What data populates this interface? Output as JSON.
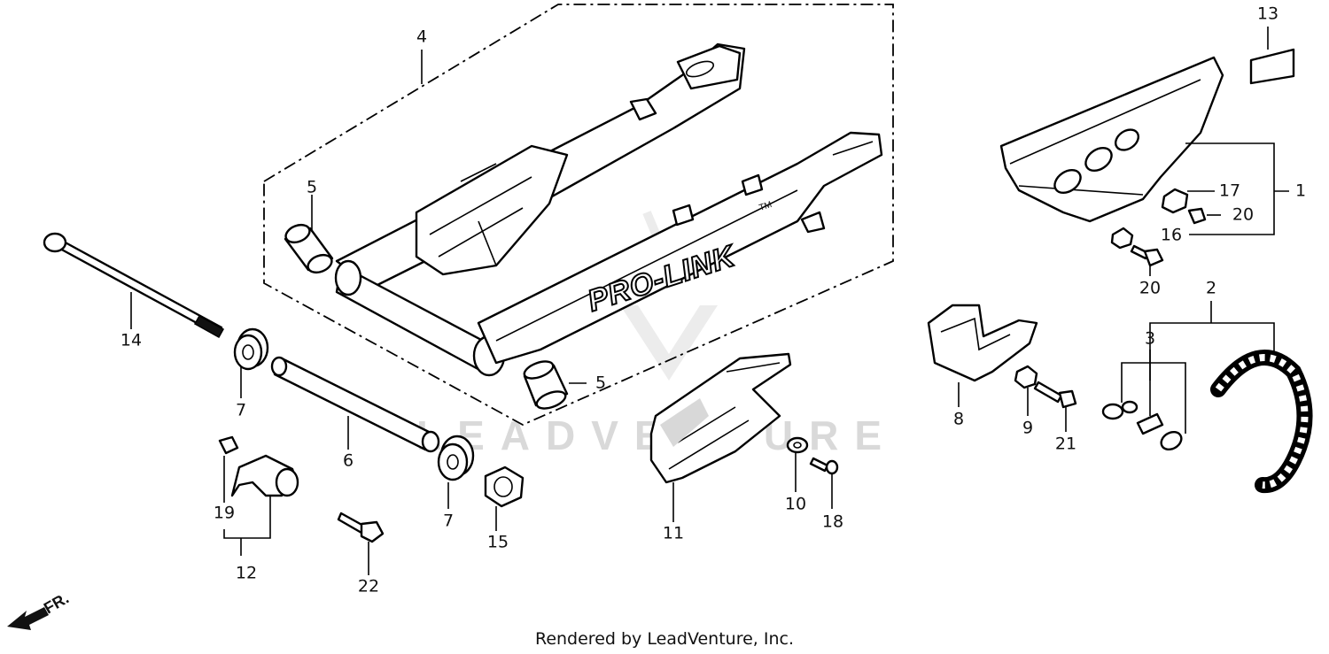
{
  "brand_text": "PRO-LINK",
  "brand_tm": "TM",
  "watermark": "LEADVENTURE",
  "footer": "Rendered by LeadVenture, Inc.",
  "direction_label": "FR.",
  "callouts": {
    "c1": "1",
    "c2": "2",
    "c3": "3",
    "c4": "4",
    "c5a": "5",
    "c5b": "5",
    "c6": "6",
    "c7a": "7",
    "c7b": "7",
    "c8": "8",
    "c9": "9",
    "c10": "10",
    "c11": "11",
    "c12": "12",
    "c13": "13",
    "c14": "14",
    "c15": "15",
    "c16": "16",
    "c17": "17",
    "c18": "18",
    "c19": "19",
    "c20a": "20",
    "c20b": "20",
    "c21": "21",
    "c22": "22"
  }
}
